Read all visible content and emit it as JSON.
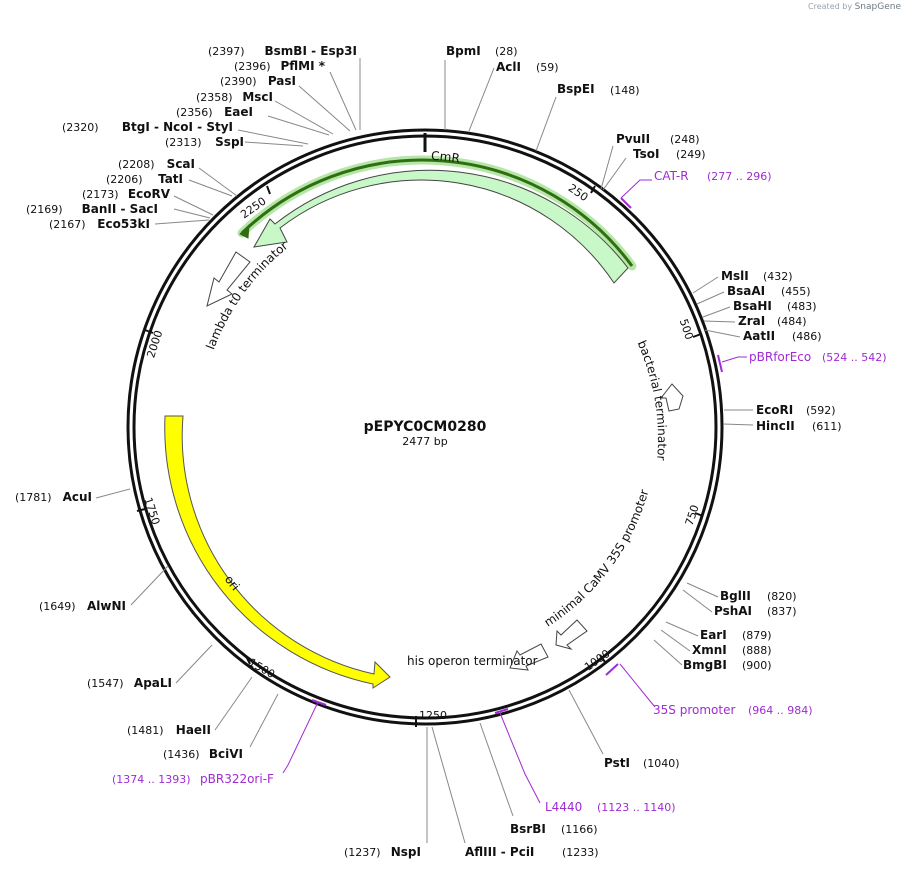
{
  "credit": {
    "prefix": "Created by",
    "brand": "SnapGene"
  },
  "plasmid": {
    "name": "pEPYC0CM0280",
    "length": "2477 bp"
  },
  "ticks": [
    "250",
    "500",
    "750",
    "1000",
    "1250",
    "1500",
    "1750",
    "2000",
    "2250"
  ],
  "features": [
    {
      "label": "CmR",
      "color": "#c8f7c8"
    },
    {
      "label": "lambda t0 terminator",
      "color": "#ffffff"
    },
    {
      "label": "bacterial terminator",
      "color": "#ffffff"
    },
    {
      "label": "minimal CaMV 35S promoter",
      "color": "#ffffff"
    },
    {
      "label": "his operon terminator",
      "color": "#ffffff"
    },
    {
      "label": "ori",
      "color": "#ffff00"
    }
  ],
  "primers": [
    {
      "name": "CAT-R",
      "range": "(277 .. 296)"
    },
    {
      "name": "pBRforEco",
      "range": "(524 .. 542)"
    },
    {
      "name": "35S promoter",
      "range": "(964 .. 984)"
    },
    {
      "name": "L4440",
      "range": "(1123 .. 1140)"
    },
    {
      "name": "pBR322ori-F",
      "range": "(1374 .. 1393)"
    }
  ],
  "sites_right": [
    {
      "name": "BpmI",
      "pos": "(28)"
    },
    {
      "name": "AclI",
      "pos": "(59)"
    },
    {
      "name": "BspEI",
      "pos": "(148)"
    },
    {
      "name": "PvuII",
      "pos": "(248)"
    },
    {
      "name": "TsoI",
      "pos": "(249)"
    },
    {
      "name": "MslI",
      "pos": "(432)"
    },
    {
      "name": "BsaAI",
      "pos": "(455)"
    },
    {
      "name": "BsaHI",
      "pos": "(483)"
    },
    {
      "name": "ZraI",
      "pos": "(484)"
    },
    {
      "name": "AatII",
      "pos": "(486)"
    },
    {
      "name": "EcoRI",
      "pos": "(592)"
    },
    {
      "name": "HincII",
      "pos": "(611)"
    },
    {
      "name": "BglII",
      "pos": "(820)"
    },
    {
      "name": "PshAI",
      "pos": "(837)"
    },
    {
      "name": "EarI",
      "pos": "(879)"
    },
    {
      "name": "XmnI",
      "pos": "(888)"
    },
    {
      "name": "BmgBI",
      "pos": "(900)"
    },
    {
      "name": "PstI",
      "pos": "(1040)"
    },
    {
      "name": "BsrBI",
      "pos": "(1166)"
    },
    {
      "name": "AflIII - PciI",
      "pos": "(1233)"
    }
  ],
  "sites_left": [
    {
      "name": "BsmBI - Esp3I",
      "pos": "(2397)"
    },
    {
      "name": "PflMI *",
      "pos": "(2396)"
    },
    {
      "name": "PasI",
      "pos": "(2390)"
    },
    {
      "name": "MscI",
      "pos": "(2358)"
    },
    {
      "name": "EaeI",
      "pos": "(2356)"
    },
    {
      "name": "BtgI - NcoI - StyI",
      "pos": "(2320)"
    },
    {
      "name": "SspI",
      "pos": "(2313)"
    },
    {
      "name": "ScaI",
      "pos": "(2208)"
    },
    {
      "name": "TatI",
      "pos": "(2206)"
    },
    {
      "name": "EcoRV",
      "pos": "(2173)"
    },
    {
      "name": "BanII - SacI",
      "pos": "(2169)"
    },
    {
      "name": "Eco53kI",
      "pos": "(2167)"
    },
    {
      "name": "AcuI",
      "pos": "(1781)"
    },
    {
      "name": "AlwNI",
      "pos": "(1649)"
    },
    {
      "name": "ApaLI",
      "pos": "(1547)"
    },
    {
      "name": "HaeII",
      "pos": "(1481)"
    },
    {
      "name": "BciVI",
      "pos": "(1436)"
    },
    {
      "name": "NspI",
      "pos": "(1237)"
    }
  ]
}
